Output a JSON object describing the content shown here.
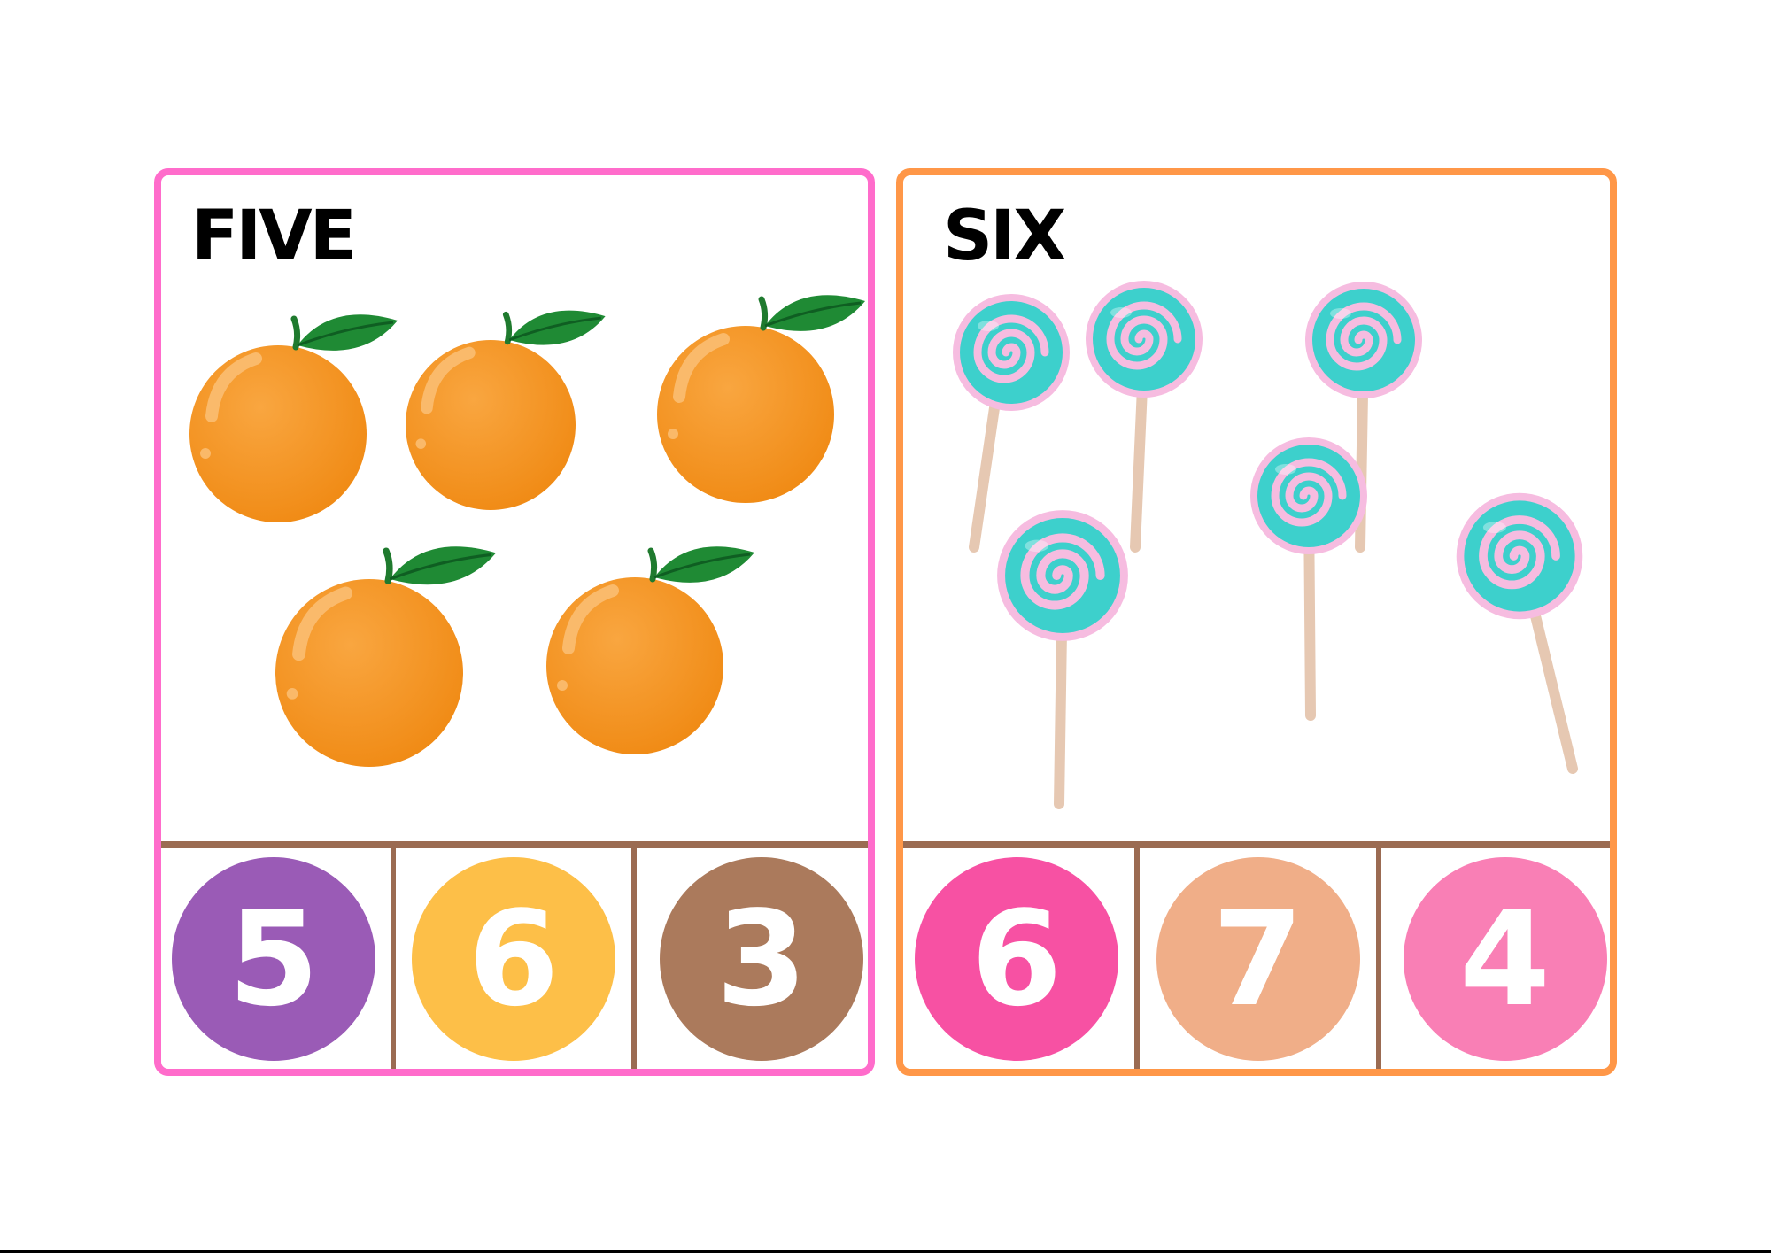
{
  "colors": {
    "card_1_border": "#ff6ccb",
    "card_2_border": "#ff9748",
    "answer_divider": "#9b6b52",
    "orange": "#f6961f",
    "leaf": "#1f8a34",
    "lollipop_teal": "#3dd0cc",
    "lollipop_pink": "#f6bce0",
    "stick": "#f3dcc9"
  },
  "cards": [
    {
      "title": "FIVE",
      "object": "orange",
      "object_count": 5,
      "answers": [
        {
          "label": "5",
          "color": "#9a5bb6"
        },
        {
          "label": "6",
          "color": "#fdbf48"
        },
        {
          "label": "3",
          "color": "#ab7a5c"
        }
      ]
    },
    {
      "title": "SIX",
      "object": "lollipop",
      "object_count": 6,
      "answers": [
        {
          "label": "6",
          "color": "#f751a3"
        },
        {
          "label": "7",
          "color": "#f0ae88"
        },
        {
          "label": "4",
          "color": "#f97fb5"
        }
      ]
    }
  ]
}
